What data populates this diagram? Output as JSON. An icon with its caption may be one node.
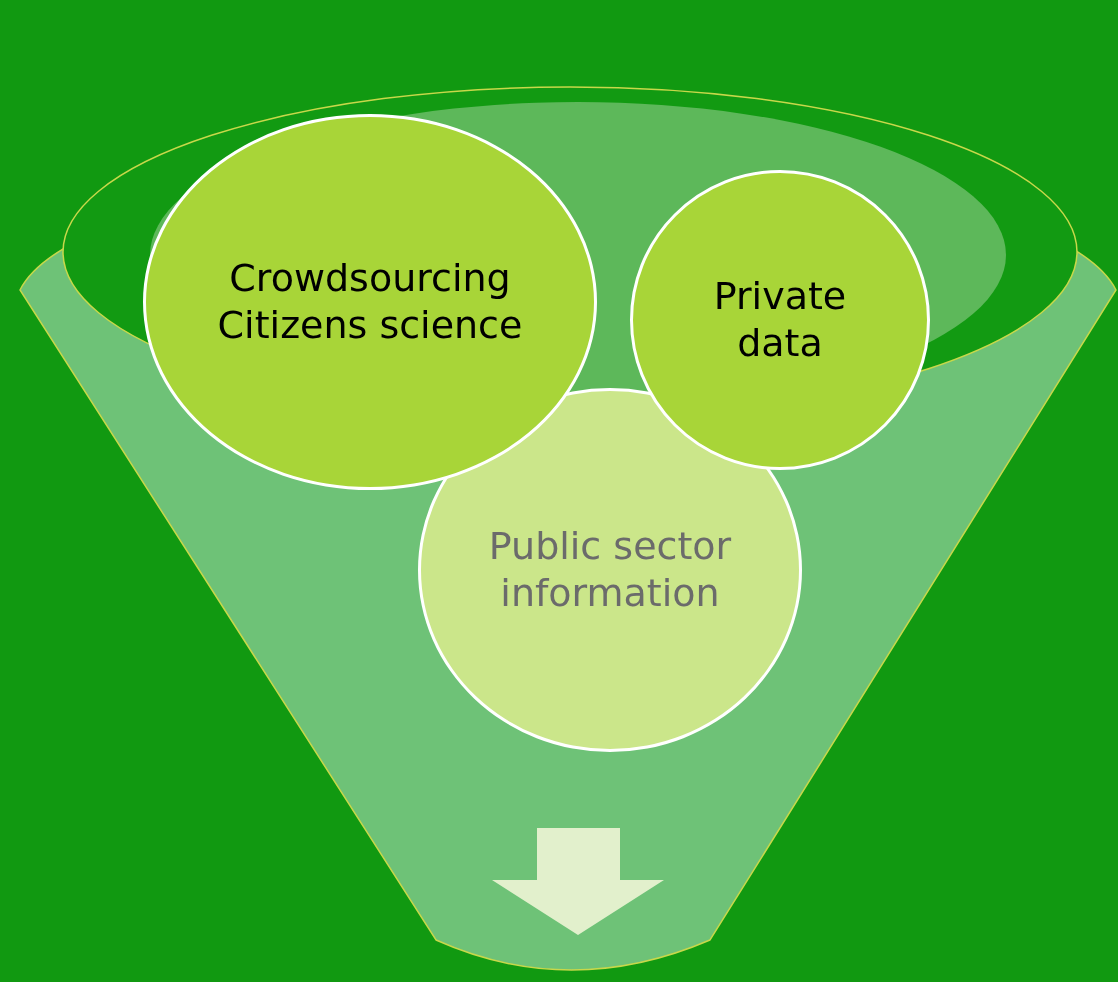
{
  "diagram": {
    "nodes": [
      {
        "text": [
          "Crowdsourcing Citizens science"
        ]
      },
      {
        "text": [
          "Private data"
        ]
      },
      {
        "text": [
          "Public sector information"
        ]
      }
    ]
  }
}
